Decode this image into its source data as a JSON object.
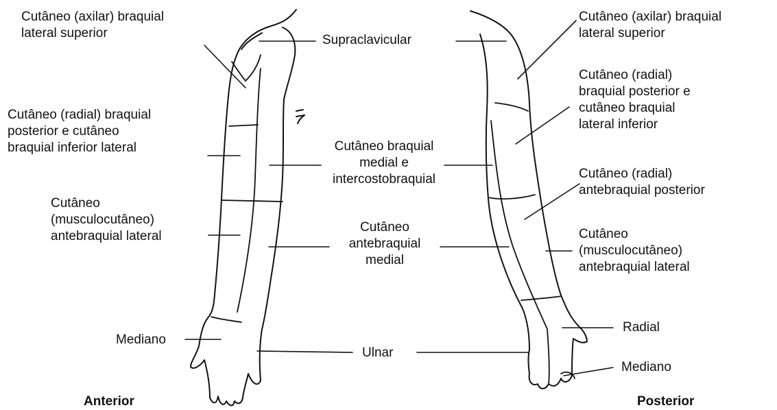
{
  "views": {
    "anterior": "Anterior",
    "posterior": "Posterior"
  },
  "labels": {
    "a_axilar": "Cutâneo (axilar) braquial\nlateral superior",
    "a_radial": "Cutâneo (radial) braquial\nposterior e cutâneo\nbraquial inferior lateral",
    "a_musculo": "Cutâneo\n(musculocutâneo)\nantebraquial lateral",
    "a_mediano": "Mediano",
    "supraclavicular": "Supraclavicular",
    "braquial_medial": "Cutâneo braquial\nmedial e\nintercostobraquial",
    "antebraquial_medial": "Cutâneo\nantebraquial\nmedial",
    "ulnar": "Ulnar",
    "p_axilar": "Cutâneo (axilar) braquial\nlateral superior",
    "p_radial_post": "Cutâneo (radial)\nbraquial posterior e\ncutâneo braquial\nlateral inferior",
    "p_radial_ante": "Cutâneo (radial)\nantebraquial posterior",
    "p_musculo": "Cutâneo\n(musculocutâneo)\nantebraquial lateral",
    "p_radial": "Radial",
    "p_mediano": "Mediano"
  }
}
